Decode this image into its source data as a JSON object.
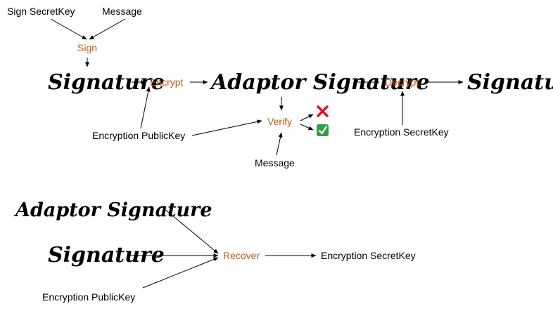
{
  "colors": {
    "operation": "#c55a11",
    "cross": "#e0102a",
    "check_bg": "#2ea043",
    "text": "#000000"
  },
  "top": {
    "sign_secretkey": "Sign SecretKey",
    "message_1": "Message",
    "sign": "Sign",
    "signature_1": "Signature",
    "encrypt": "Encrypt",
    "adaptor_signature": "Adaptor Signature",
    "decrypt": "Decrypt",
    "signature_2": "Signature",
    "encryption_publickey": "Encryption PublicKey",
    "verify": "Verify",
    "message_2": "Message",
    "encryption_secretkey": "Encryption SecretKey",
    "fail_icon": "cross-mark-icon",
    "pass_icon": "check-mark-icon"
  },
  "bottom": {
    "adaptor_signature": "Adaptor Signature",
    "signature": "Signature",
    "encryption_publickey": "Encryption PublicKey",
    "recover": "Recover",
    "encryption_secretkey": "Encryption SecretKey"
  }
}
